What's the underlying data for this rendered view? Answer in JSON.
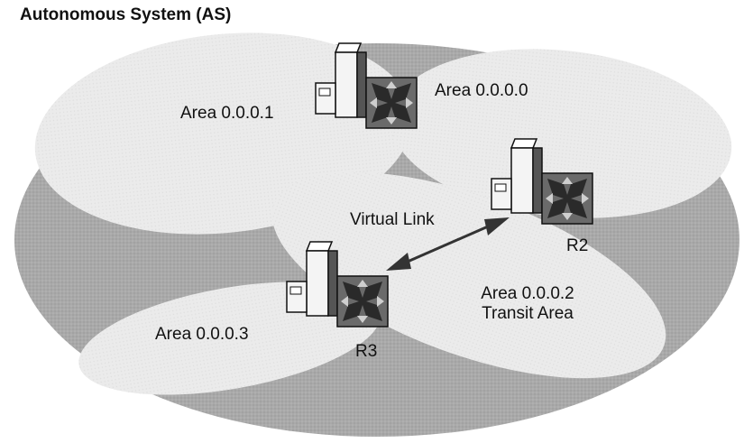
{
  "diagram": {
    "title": "Autonomous System (AS)",
    "areas": {
      "area1": "Area 0.0.0.1",
      "area0": "Area 0.0.0.0",
      "area2_line1": "Area 0.0.0.2",
      "area2_line2": "Transit Area",
      "area3": "Area 0.0.0.3"
    },
    "link_label": "Virtual Link",
    "routers": {
      "r2": "R2",
      "r3": "R3"
    },
    "colors": {
      "as_background": "#a8a8a8",
      "area_fill": "#e9e9e9",
      "router_icon": "#6a6a6a",
      "server_fill": "#f2f2f2",
      "arrow": "#333333"
    },
    "icons": [
      "server-icon",
      "router-icon",
      "double-arrow-icon"
    ]
  }
}
